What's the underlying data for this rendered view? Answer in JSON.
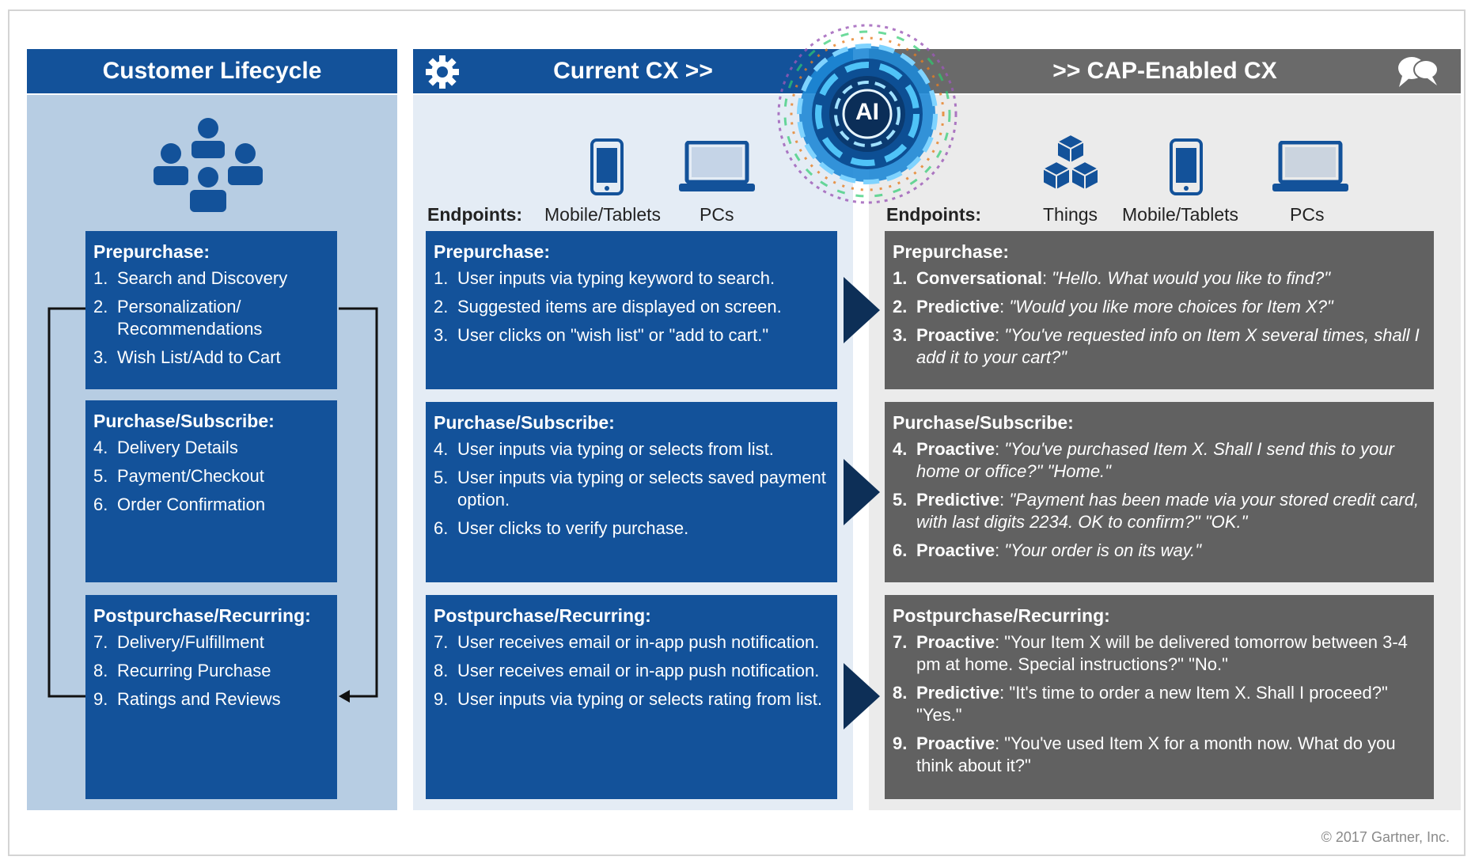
{
  "columns": {
    "lifecycle": {
      "title": "Customer Lifecycle"
    },
    "current": {
      "title": "Current CX >>"
    },
    "cap": {
      "title": ">> CAP-Enabled CX"
    }
  },
  "ai_badge": "AI",
  "current_endpoints": {
    "label": "Endpoints:",
    "items": [
      "Mobile/Tablets",
      "PCs"
    ]
  },
  "cap_endpoints": {
    "label": "Endpoints:",
    "items": [
      "Things",
      "Mobile/Tablets",
      "PCs"
    ]
  },
  "lifecycle_stages": [
    {
      "title": "Prepurchase:",
      "items": [
        {
          "num": "1.",
          "text": "Search and Discovery"
        },
        {
          "num": "2.",
          "text": "Personalization/ Recommendations"
        },
        {
          "num": "3.",
          "text": "Wish List/Add to Cart"
        }
      ]
    },
    {
      "title": "Purchase/Subscribe:",
      "items": [
        {
          "num": "4.",
          "text": "Delivery Details"
        },
        {
          "num": "5.",
          "text": "Payment/Checkout"
        },
        {
          "num": "6.",
          "text": "Order Confirmation"
        }
      ]
    },
    {
      "title": "Postpurchase/Recurring:",
      "items": [
        {
          "num": "7.",
          "text": "Delivery/Fulfillment"
        },
        {
          "num": "8.",
          "text": "Recurring Purchase"
        },
        {
          "num": "9.",
          "text": "Ratings and Reviews"
        }
      ]
    }
  ],
  "current_stages": [
    {
      "title": "Prepurchase:",
      "items": [
        {
          "num": "1.",
          "text": "User inputs via typing keyword to search."
        },
        {
          "num": "2.",
          "text": "Suggested items are displayed on screen."
        },
        {
          "num": "3.",
          "text": "User clicks on \"wish list\" or \"add to cart.\""
        }
      ]
    },
    {
      "title": "Purchase/Subscribe:",
      "items": [
        {
          "num": "4.",
          "text": "User inputs via typing or selects from list."
        },
        {
          "num": "5.",
          "text": "User inputs via typing or selects saved payment option."
        },
        {
          "num": "6.",
          "text": "User clicks to verify purchase."
        }
      ]
    },
    {
      "title": "Postpurchase/Recurring:",
      "items": [
        {
          "num": "7.",
          "text": "User receives email or in-app push notification."
        },
        {
          "num": "8.",
          "text": "User receives email or in-app push notification."
        },
        {
          "num": "9.",
          "text": "User inputs via typing or selects rating from list."
        }
      ]
    }
  ],
  "cap_stages": [
    {
      "title": "Prepurchase:",
      "items": [
        {
          "num": "1.",
          "lead": "Conversational",
          "text": "\"Hello. What would you like to find?\""
        },
        {
          "num": "2.",
          "lead": "Predictive",
          "text": "\"Would you like more choices for Item X?\""
        },
        {
          "num": "3.",
          "lead": "Proactive",
          "text": "\"You've requested info on Item X several times, shall I add it to your cart?\""
        }
      ]
    },
    {
      "title": "Purchase/Subscribe:",
      "items": [
        {
          "num": "4.",
          "lead": "Proactive",
          "text": "\"You've purchased Item X. Shall I send this to your home or office?\" \"Home.\""
        },
        {
          "num": "5.",
          "lead": "Predictive",
          "text": "\"Payment has been made via your stored credit card, with last digits 2234. OK to confirm?\" \"OK.\""
        },
        {
          "num": "6.",
          "lead": "Proactive",
          "text": "\"Your order is on its way.\""
        }
      ]
    },
    {
      "title": "Postpurchase/Recurring:",
      "items": [
        {
          "num": "7.",
          "lead": "Proactive",
          "text": "\"Your Item X will be delivered tomorrow between 3-4 pm at home. Special instructions?\" \"No.\""
        },
        {
          "num": "8.",
          "lead": "Predictive",
          "text": "\"It's time to order a new Item X. Shall I proceed?\" \"Yes.\""
        },
        {
          "num": "9.",
          "lead": "Proactive",
          "text": "\"You've used Item X for a month now. What do you think about it?\""
        }
      ]
    }
  ],
  "copyright": "© 2017 Gartner, Inc.",
  "colors": {
    "blue": "#13529a",
    "navy": "#0d2f57",
    "gray": "#616161"
  }
}
